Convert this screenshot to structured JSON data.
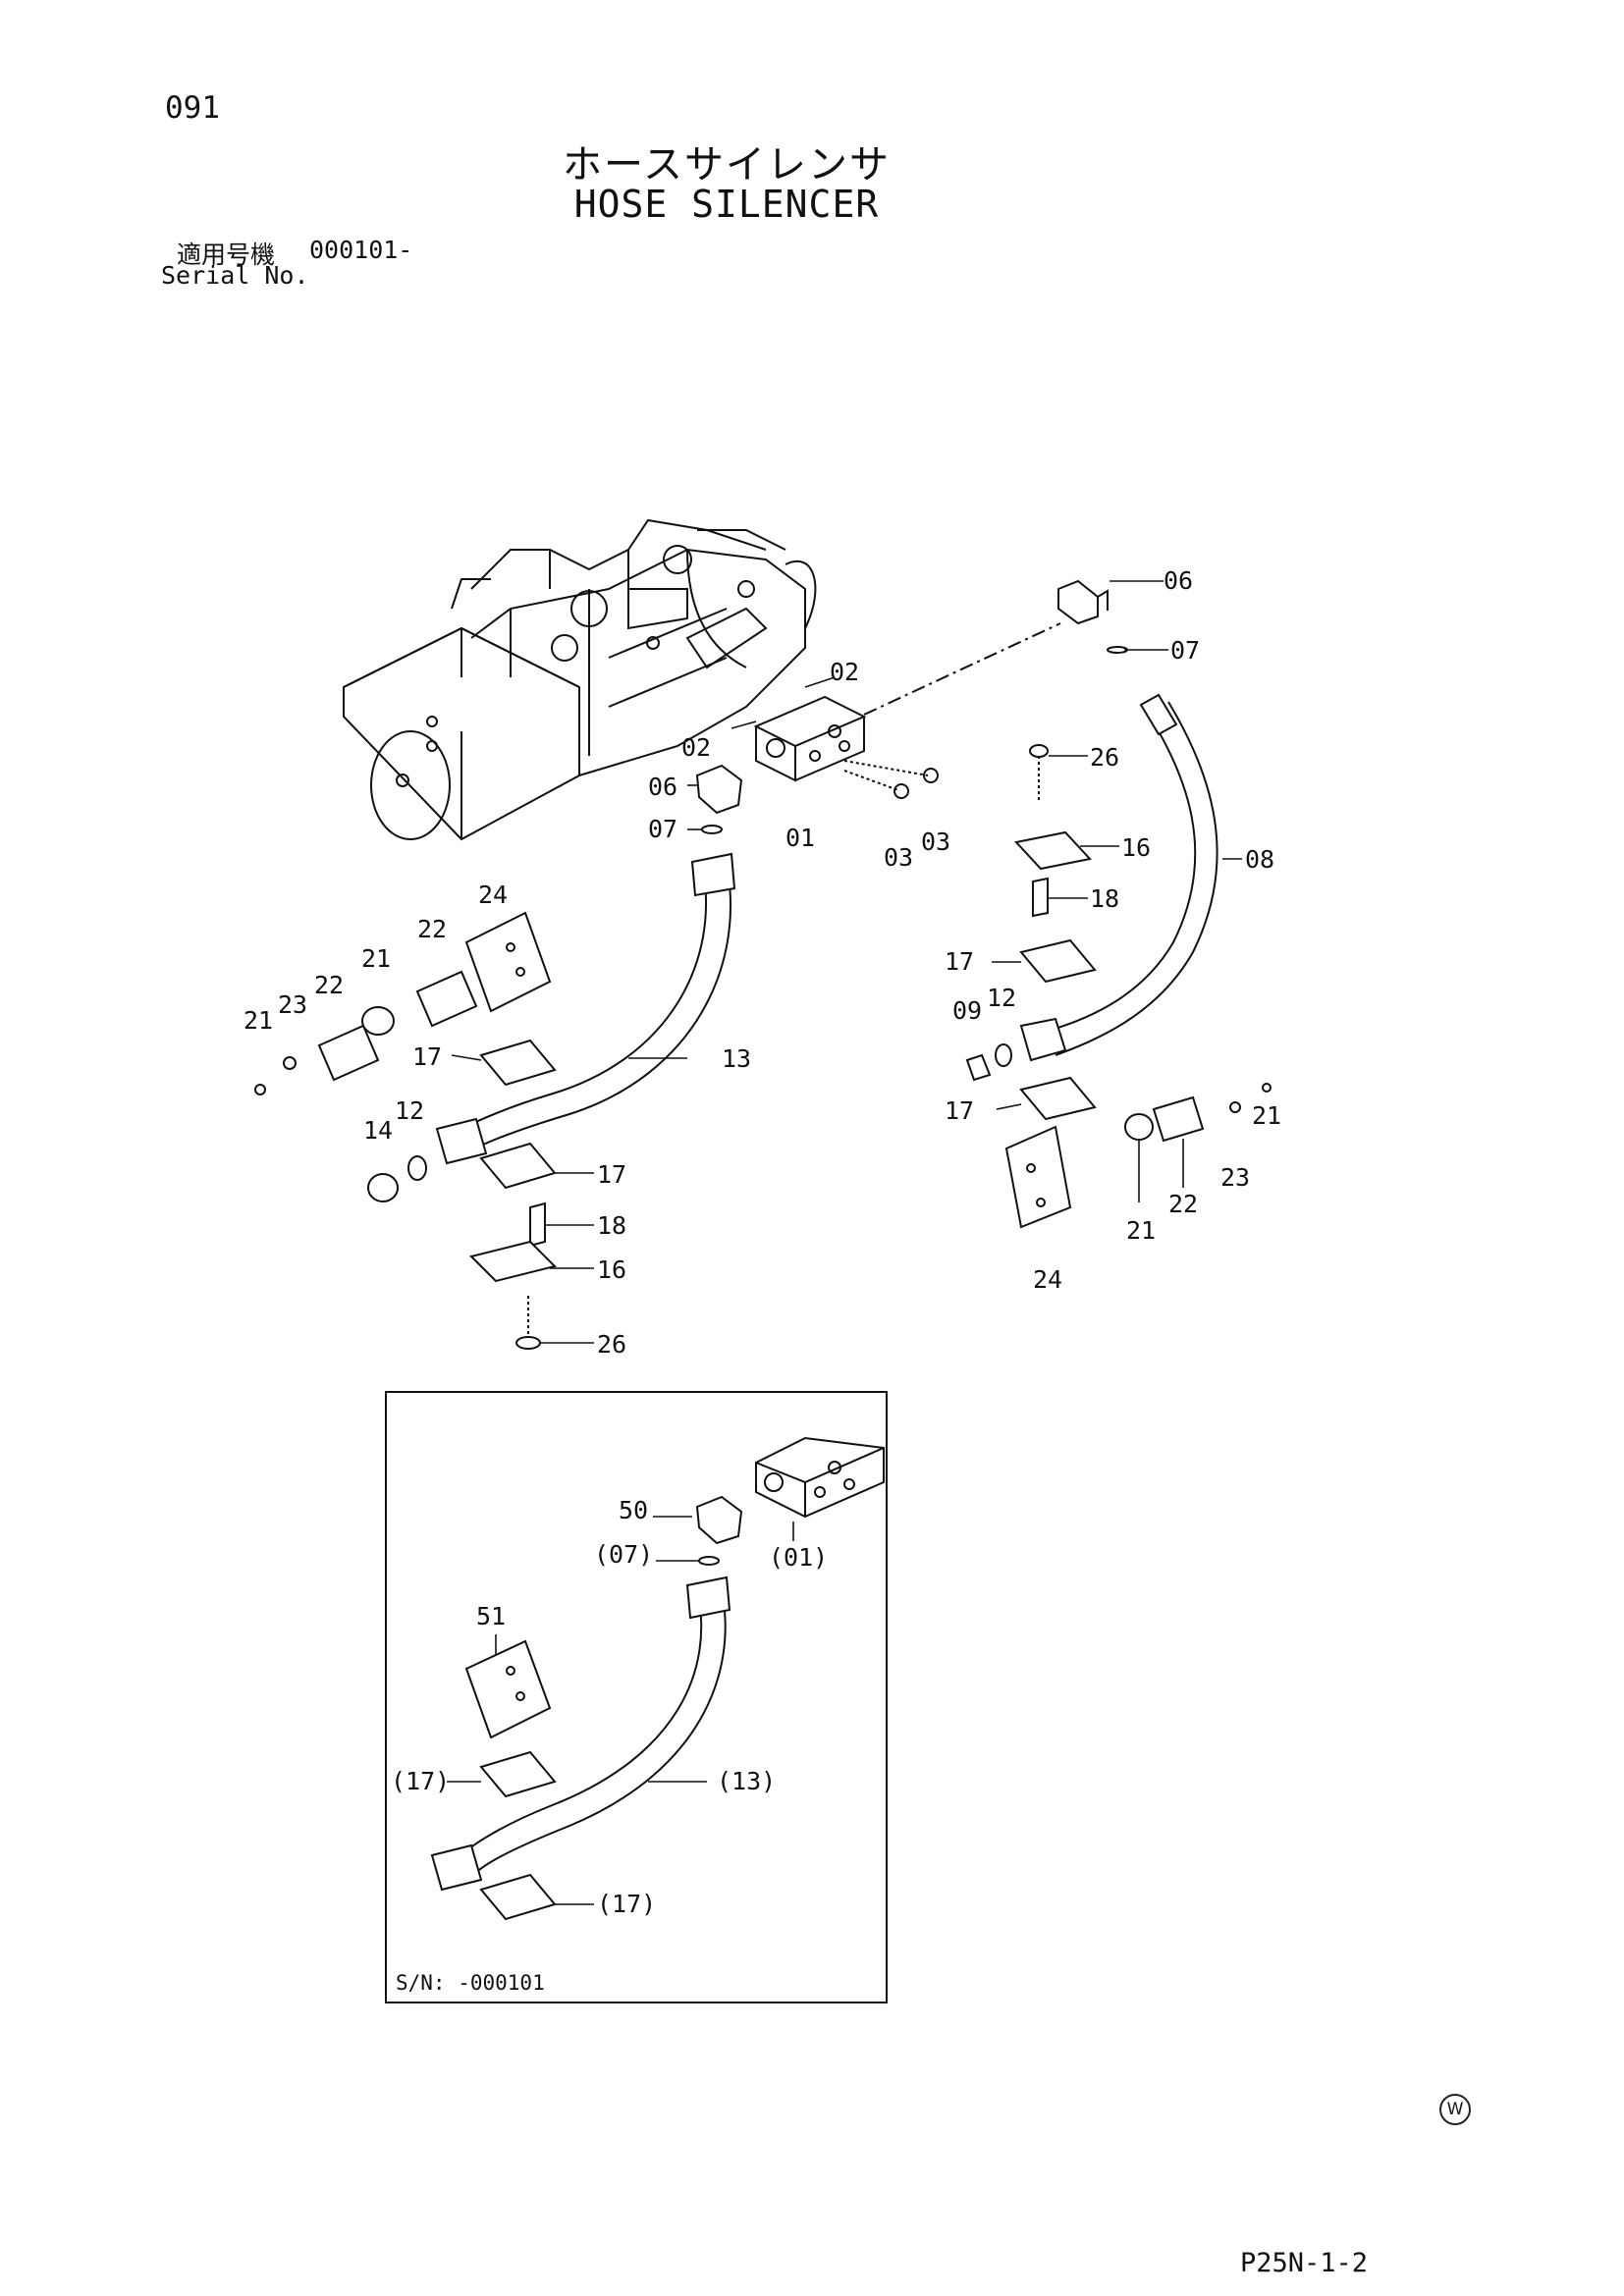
{
  "page": {
    "number": "091",
    "title_jp": "ホースサイレンサ",
    "title_en": "HOSE SILENCER",
    "serial_label_jp": "適用号機",
    "serial_value": "000101-",
    "serial_label_en": "Serial No.",
    "mark": "W",
    "code": "P25N-1-2"
  },
  "inset": {
    "serial_note": "S/N: -000101"
  },
  "labels": {
    "main": {
      "c02a": "02",
      "c02b": "02",
      "c06a": "06",
      "c07a": "07",
      "c06b": "06",
      "c07b": "07",
      "c01": "01",
      "c03a": "03",
      "c03b": "03",
      "c26a": "26",
      "c16a": "16",
      "c08": "08",
      "c18a": "18",
      "c17a": "17",
      "c09": "09",
      "c12a": "12",
      "c17b": "17",
      "c24a": "24",
      "c22a": "22",
      "c21a": "21",
      "c22b": "22",
      "c21b": "21",
      "c23a": "23",
      "c17c": "17",
      "c13": "13",
      "c14": "14",
      "c12b": "12",
      "c17d": "17",
      "c18b": "18",
      "c16b": "16",
      "c26b": "26",
      "c21c": "21",
      "c23b": "23",
      "c22c": "22",
      "c21d": "21",
      "c24b": "24"
    },
    "inset": {
      "c50": "50",
      "c07": "(07)",
      "c01": "(01)",
      "c51": "51",
      "c17a": "(17)",
      "c13": "(13)",
      "c17b": "(17)"
    }
  }
}
